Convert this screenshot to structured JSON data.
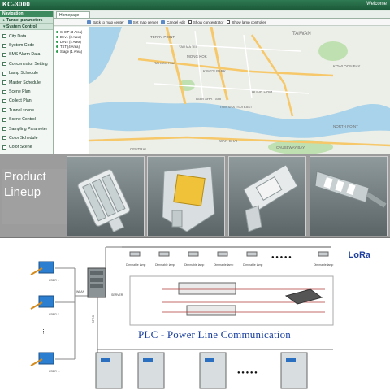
{
  "app": {
    "title": "KC-3000",
    "welcome": "Welcome"
  },
  "sidebar": {
    "header": "Navigation",
    "groups": [
      "Tunnel parameters",
      "System Control"
    ],
    "items": [
      "City Data",
      "System Code",
      "SMS Alarm Data",
      "Concentrator Setting",
      "Lamp Schedule",
      "Master Schedule",
      "Scene Plan",
      "Collect Plan",
      "Tunnel scene",
      "Scene Control",
      "Sampling Parameter",
      "Color Schedule",
      "Color Scene"
    ]
  },
  "main": {
    "tab": "Homepage",
    "toolbar": [
      "Back to map center",
      "Set map center",
      "Cancel edit",
      "Show concentrator",
      "Show lamp controller"
    ],
    "devices": [
      "SHKP (3 Area)",
      "Dev1 (3 Area)",
      "Dev2 (4 Area)",
      "TST (4 Area)",
      "Stage (1 Area)"
    ],
    "map_labels": [
      "TAIWAN",
      "TERRY POINT",
      "MONG KOK",
      "KING'S PARK",
      "HUNG HOM",
      "TSIM SHA TSUI",
      "TSIM SHA TSUI EAST",
      "TAI KOK TSUI",
      "KOWLOON BAY",
      "YAU MA TEI",
      "NORTH POINT",
      "CAUSEWAY BAY",
      "WAN CHAI",
      "CENTRAL"
    ]
  },
  "lineup": {
    "title_line1": "Product",
    "title_line2": "Lineup"
  },
  "diagram": {
    "lora": "LoRa",
    "plc": "PLC - Power Line Communication",
    "server_label": "SERVER",
    "wlan_label": "WLAN",
    "gprs_label": "GPRS",
    "user_labels": [
      "USER 1",
      "USER 2",
      "USER ..."
    ],
    "lamp_label": "Dimmable lamp",
    "dots": "● ● ● ● ●"
  }
}
